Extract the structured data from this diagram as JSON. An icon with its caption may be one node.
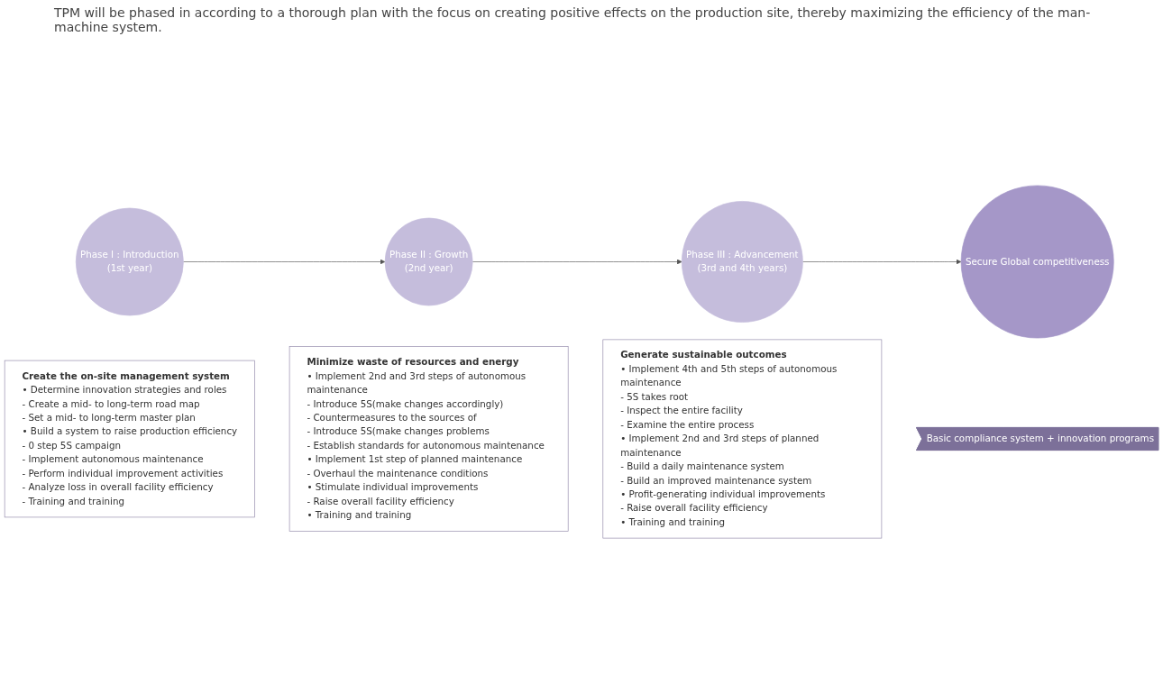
{
  "diagram": {
    "nodes": [
      {
        "text": [
          "Phase I : Introduction",
          "(1st year)"
        ]
      },
      {
        "text": [
          "Create the on-site management system",
          "• Determine innovation strategies and roles",
          "- Create a mid- to long-term road map",
          "- Set a mid- to long-term master plan",
          "• Build a system to raise production efficiency",
          "- 0 step 5S campaign",
          "- Implement autonomous maintenance",
          "- Perform individual improvement activities",
          "- Analyze loss in overall facility efficiency",
          "- Training and training"
        ]
      },
      {
        "text": [
          "Phase II : Growth",
          "(2nd year)"
        ]
      },
      {
        "text": [
          "Minimize waste of resources and energy",
          "• Implement 2nd and 3rd steps of autonomous maintenance",
          "- Introduce 5S(make changes accordingly)",
          "- Countermeasures to the sources of",
          "- Introduce 5S(make changes problems",
          "- Establish standards for autonomous maintenance",
          "• Implement 1st step of planned maintenance",
          "- Overhaul the maintenance conditions",
          "• Stimulate individual improvements",
          "- Raise overall facility efficiency",
          "• Training and training"
        ]
      },
      {
        "text": [
          "Phase III : Advancement",
          "(3rd and 4th years)"
        ]
      },
      {
        "text": [
          "Generate sustainable outcomes",
          "• Implement 4th and 5th steps of autonomous maintenance",
          "- 5S takes root",
          "- Inspect the entire facility",
          "- Examine the entire process",
          "• Implement 2nd and 3rd steps of planned maintenance",
          "- Build a daily maintenance system",
          "- Build an improved maintenance system",
          "• Profit-generating individual improvements",
          "- Raise overall facility efficiency",
          "• Training and training"
        ]
      },
      {
        "text": [
          "Secure Global competitiveness"
        ]
      },
      {
        "text": [
          "Basic compliance system + innovation programs"
        ]
      }
    ],
    "edges": [
      {
        "from": 0,
        "to": 2,
        "arrow": "to"
      },
      {
        "from": 2,
        "to": 4,
        "arrow": "to"
      },
      {
        "from": 4,
        "to": 6,
        "arrow": "to"
      }
    ],
    "labels": [
      "TPM will be phased in according to a thorough plan with the focus on creating positive effects on the production site, thereby maximizing the efficiency of the man-machine system."
    ]
  }
}
